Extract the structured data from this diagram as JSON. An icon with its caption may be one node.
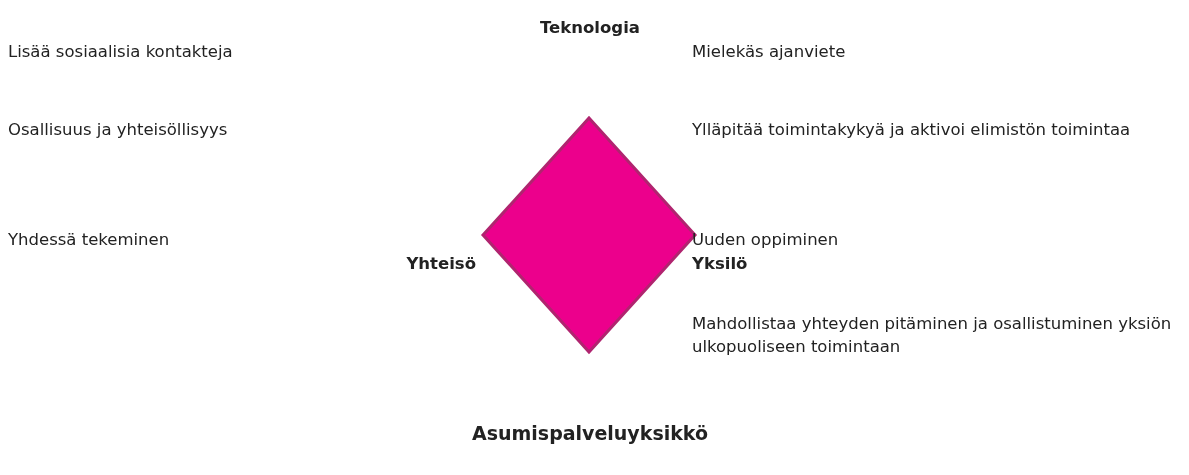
{
  "diagram": {
    "nodes": [
      {
        "text": [],
        "shape": "diamond"
      }
    ],
    "labels": [
      "Teknologia",
      "Lisää sosiaalisia kontakteja",
      "Mielekäs ajanviete",
      "Osallisuus ja yhteisöllisyys",
      "Ylläpitää toimintakykyä ja aktivoi elimistön toimintaa",
      "Yhdessä tekeminen",
      "Uuden oppiminen",
      "Yhteisö",
      "Yksilö",
      "Mahdollistaa yhteyden pitäminen ja osallistuminen yksiön ulkopuoliseen toimintaan",
      "Asumispalveluyksikkö"
    ]
  }
}
